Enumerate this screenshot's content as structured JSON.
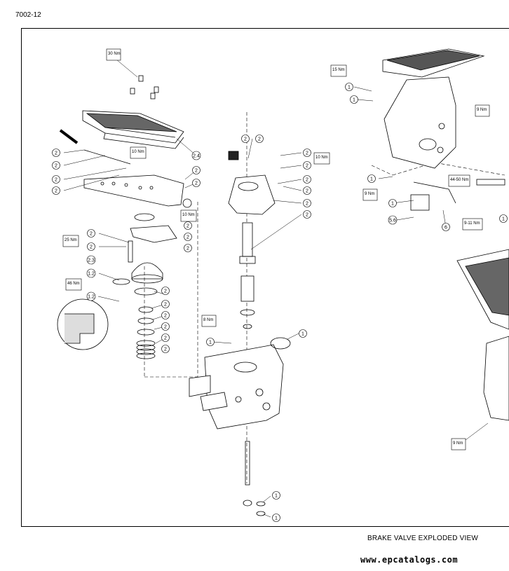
{
  "page": {
    "code": "7002-12"
  },
  "caption": "BRAKE VALVE EXPLODED VIEW",
  "watermark": "www.epcatalogs.com",
  "torque_labels": [
    "30 Nm",
    "10 Nm",
    "10 Nm",
    "25 Nm",
    "46 Nm",
    "10 Nm",
    "8 Nm",
    "15 Nm",
    "9 Nm",
    "9 Nm",
    "44-50 Nm",
    "9-11 Nm",
    "9 Nm"
  ],
  "callouts": [
    "2",
    "2",
    "2",
    "2",
    "2.4",
    "2",
    "2",
    "2",
    "2",
    "1.2",
    "1.2",
    "2",
    "2",
    "2",
    "2",
    "2",
    "2.3",
    "2",
    "2",
    "2",
    "2",
    "2",
    "2",
    "2",
    "2",
    "2",
    "2",
    "2",
    "2",
    "1",
    "1",
    "1",
    "1",
    "1",
    "1",
    "1",
    "1",
    "5.6",
    "6",
    "1"
  ]
}
